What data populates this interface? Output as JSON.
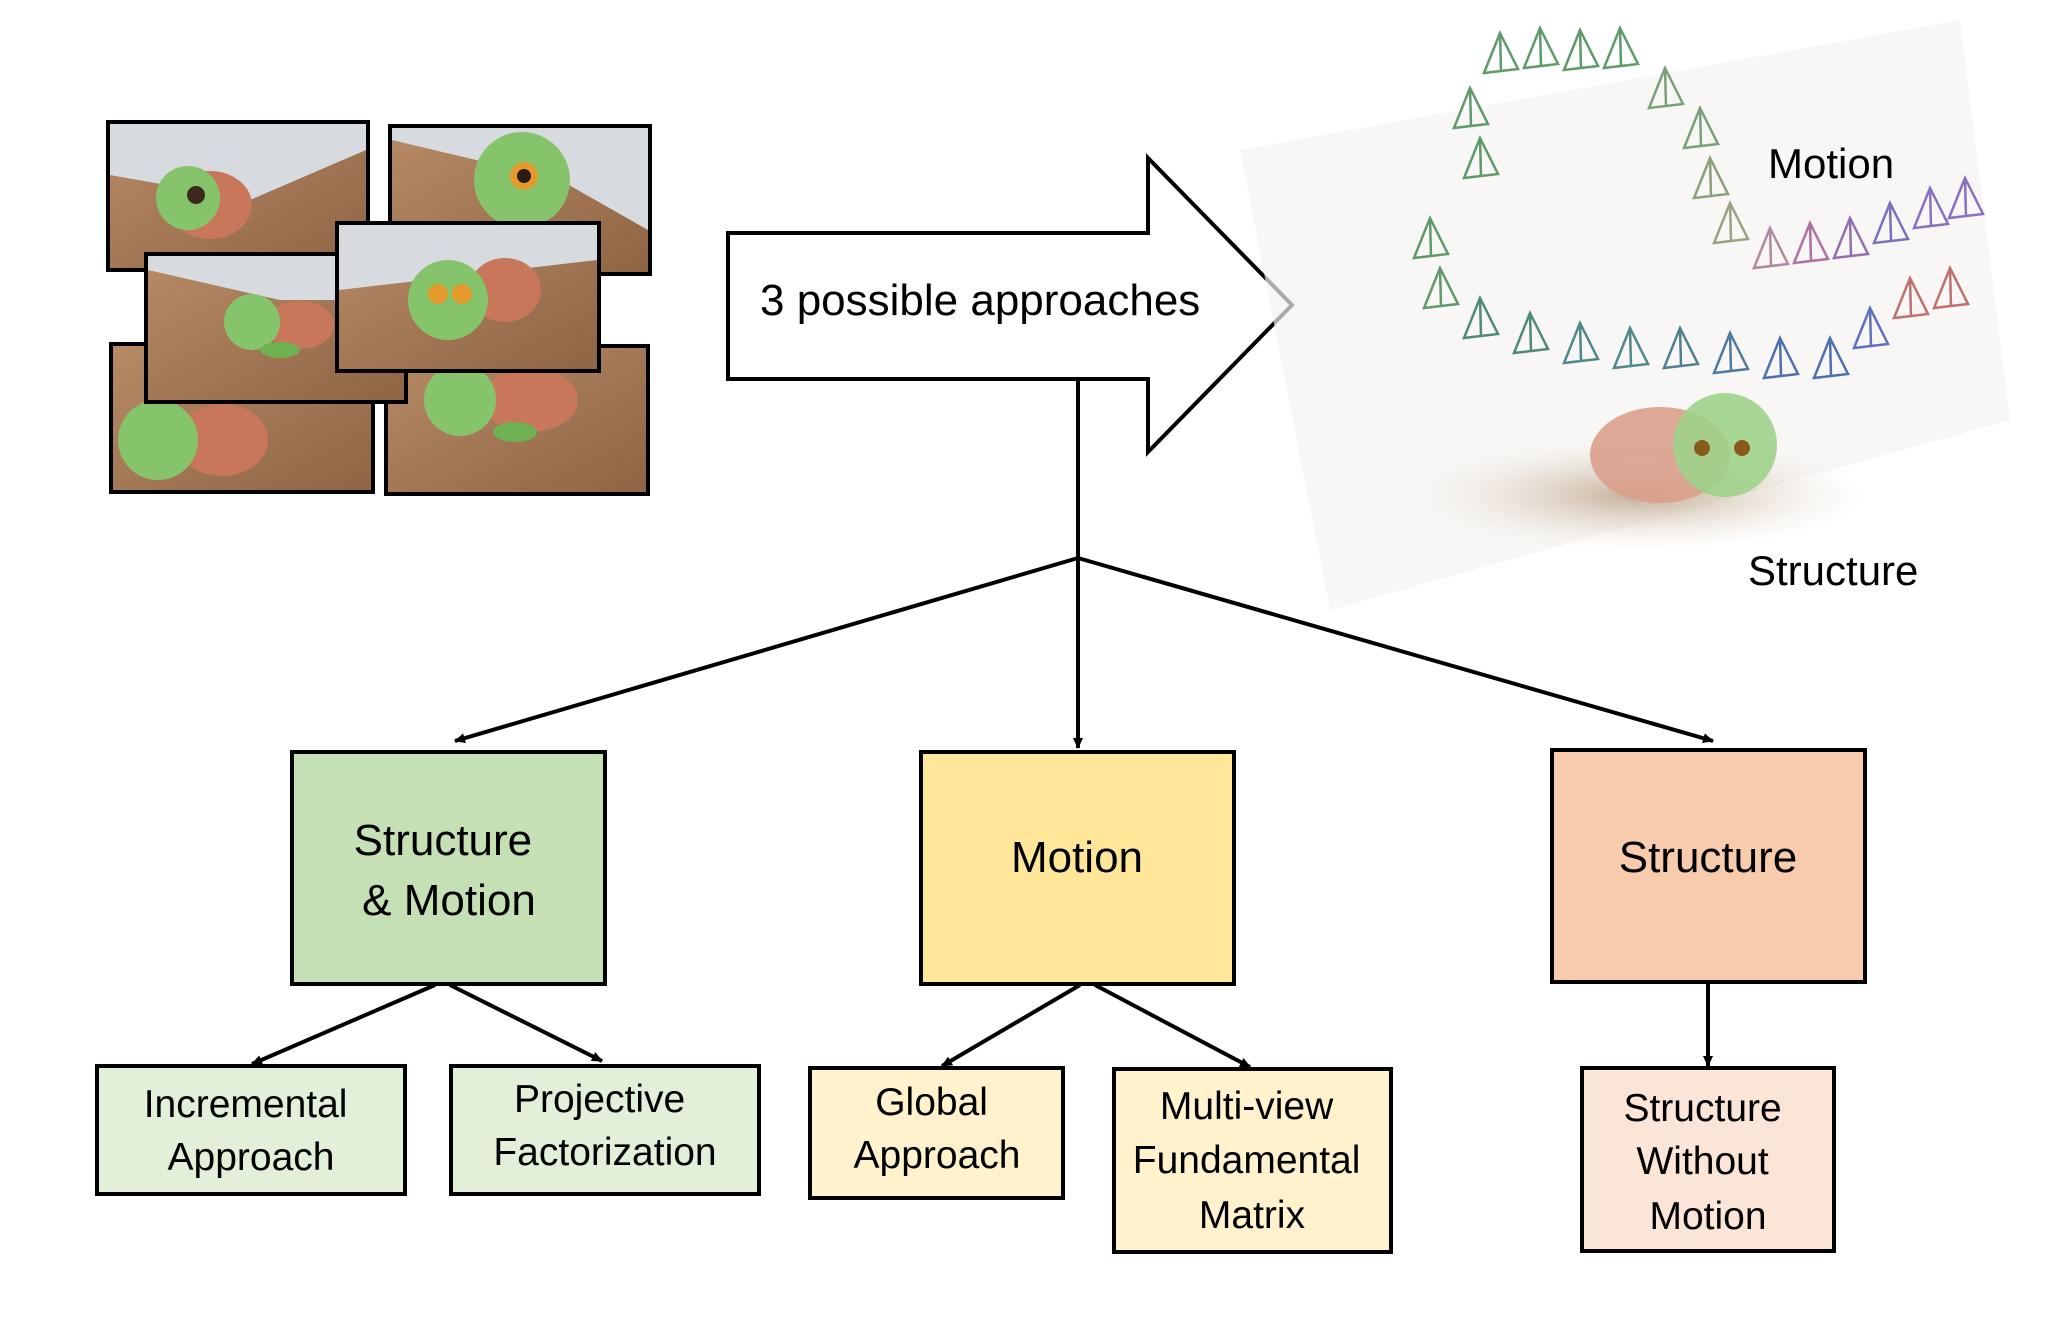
{
  "arrow": {
    "label": "3 possible approaches"
  },
  "reconstruction": {
    "motion_label": "Motion",
    "structure_label": "Structure"
  },
  "main_boxes": [
    {
      "lines": [
        "Structure",
        "& Motion"
      ],
      "fill": "#c5e0b4"
    },
    {
      "lines": [
        "Motion"
      ],
      "fill": "#ffe699"
    },
    {
      "lines": [
        "Structure"
      ],
      "fill": "#f8cbad"
    }
  ],
  "sub_boxes": [
    {
      "lines": [
        "Incremental",
        "Approach"
      ],
      "fill": "#e2f0d9"
    },
    {
      "lines": [
        "Projective",
        "Factorization"
      ],
      "fill": "#e2f0d9"
    },
    {
      "lines": [
        "Global",
        "Approach"
      ],
      "fill": "#fff2cc"
    },
    {
      "lines": [
        "Multi-view",
        "Fundamental",
        "Matrix"
      ],
      "fill": "#fff2cc"
    },
    {
      "lines": [
        "Structure",
        "Without",
        "Motion"
      ],
      "fill": "#fbe5d6"
    }
  ],
  "colors": {
    "stroke": "#000000",
    "wood": "#a67c5b",
    "wall": "#d7dbe0",
    "turtle_green": "#86c46b",
    "shell": "#c9775a"
  }
}
